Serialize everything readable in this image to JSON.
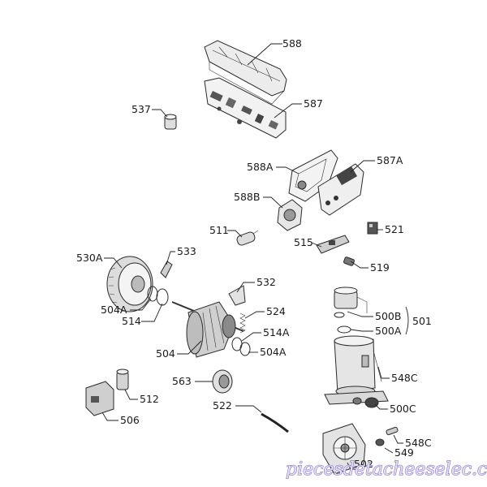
{
  "labels": {
    "l588": "588",
    "l587": "587",
    "l537": "537",
    "l588A": "588A",
    "l587A": "587A",
    "l588B": "588B",
    "l511": "511",
    "l521": "521",
    "l515": "515",
    "l519": "519",
    "l530A": "530A",
    "l533": "533",
    "l532": "532",
    "l504A_1": "504A",
    "l514": "514",
    "l524": "524",
    "l514A": "514A",
    "l504A_2": "504A",
    "l504": "504",
    "l563": "563",
    "l500B": "500B",
    "l500A": "500A",
    "l501": "501",
    "l548C_1": "548C",
    "l512": "512",
    "l506": "506",
    "l522": "522",
    "l500C": "500C",
    "l548C_2": "548C",
    "l549": "549",
    "l502": "502"
  },
  "watermark": "piecesdetacheeselec.com",
  "colors": {
    "line": "#222222",
    "part_fill": "#e9e9e9",
    "dark_part": "#5a5a5a",
    "watermark_stroke": "#7b62c9"
  }
}
